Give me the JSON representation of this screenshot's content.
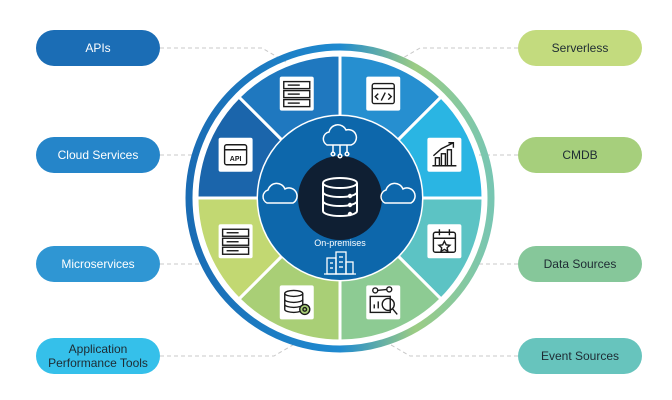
{
  "left_labels": [
    {
      "label": "APIs",
      "color": "#1b6db5"
    },
    {
      "label": "Cloud Services",
      "color": "#2585c9"
    },
    {
      "label": "Microservices",
      "color": "#2f96d3"
    },
    {
      "label": "Application Performance Tools",
      "color": "#35c0ea"
    }
  ],
  "right_labels": [
    {
      "label": "Serverless",
      "color": "#c3db7e"
    },
    {
      "label": "CMDB",
      "color": "#a6cf7c"
    },
    {
      "label": "Data Sources",
      "color": "#86c79a"
    },
    {
      "label": "Event Sources",
      "color": "#67c4bd"
    }
  ],
  "center": {
    "label": "On-premises",
    "icons": [
      "cloud-network-icon",
      "cloud-icon",
      "database-server-icon",
      "buildings-icon"
    ]
  },
  "segments": [
    {
      "icon": "api-window-icon",
      "color": "#1b65ab"
    },
    {
      "icon": "server-stack-icon",
      "color": "#1f78bf"
    },
    {
      "icon": "code-window-icon",
      "color": "#268fd0"
    },
    {
      "icon": "growth-chart-icon",
      "color": "#2ab5e3"
    },
    {
      "icon": "calendar-star-icon",
      "color": "#5cc3c4"
    },
    {
      "icon": "data-analysis-icon",
      "color": "#8dcb93"
    },
    {
      "icon": "database-gear-icon",
      "color": "#a9cf76"
    },
    {
      "icon": "server-stack-icon",
      "color": "#c2d872"
    }
  ],
  "colors": {
    "center_dark": "#0f1f33",
    "inner_ring": "#0d67ab",
    "outer_ring_left": "#1a6cb4",
    "outer_ring_right": "#8ccaa0",
    "connector": "#c8c8c8"
  }
}
